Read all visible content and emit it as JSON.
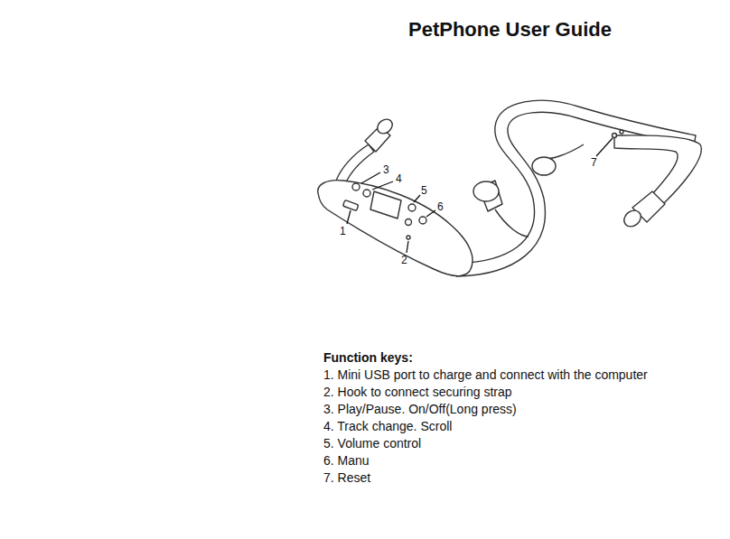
{
  "diagram": {
    "title": "PetPhone User Guide",
    "labels": [
      "3",
      "4",
      "5",
      "6",
      "1",
      "2",
      "7",
      "Function keys:",
      "1. Mini USB port to charge and connect with the computer",
      "2. Hook to connect securing strap",
      "3. Play/Pause. On/Off(Long press)",
      "4. Track change. Scroll",
      "5. Volume control",
      "6. Manu",
      "7. Reset"
    ]
  }
}
